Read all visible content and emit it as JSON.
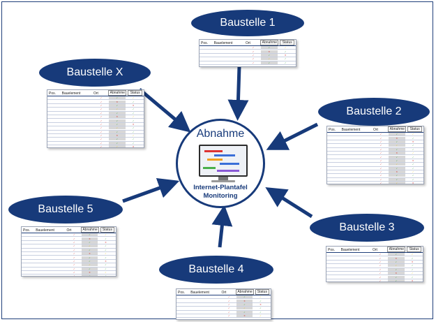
{
  "hub": {
    "title": "Abnahme",
    "caption_line1": "Internet-Plantafel",
    "caption_line2": "Monitoring"
  },
  "sites": [
    {
      "label": "Baustelle 1"
    },
    {
      "label": "Baustelle X"
    },
    {
      "label": "Baustelle 2"
    },
    {
      "label": "Baustelle 5"
    },
    {
      "label": "Baustelle 3"
    },
    {
      "label": "Baustelle 4"
    }
  ],
  "table_header": {
    "pos": "Pos.",
    "bauelement": "Bauelement",
    "ort": "Ort",
    "abnahme": "Abnahme",
    "status": "Status"
  },
  "colors": {
    "accent": "#173a7a",
    "ok": "#2ea43a",
    "bad": "#d22020",
    "warn": "#e8c220"
  }
}
